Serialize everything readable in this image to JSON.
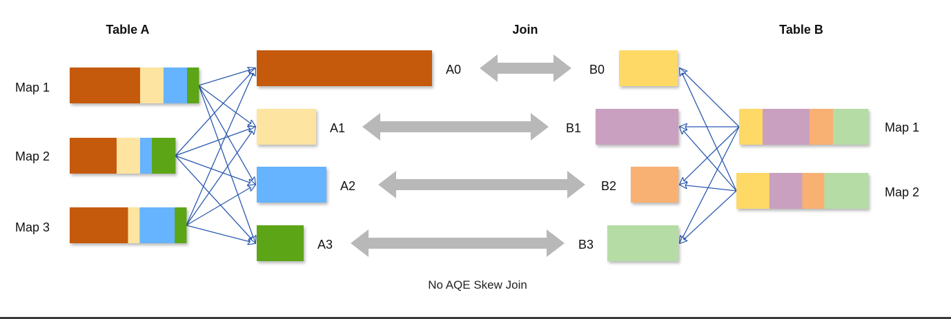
{
  "headers": {
    "table_a": "Table A",
    "join": "Join",
    "table_b": "Table B"
  },
  "caption": "No AQE Skew Join",
  "colors": {
    "p0": "#c55a11",
    "p1": "#fde4a0",
    "p2": "#66b3ff",
    "p3": "#5ba517",
    "q0": "#ffd966",
    "q1": "#c9a0bf",
    "q2": "#f9b073",
    "q3": "#b6dca6",
    "arrow": "#2b59b0",
    "join": "#b8b8b8"
  },
  "table_a": {
    "maps": [
      {
        "label": "Map 1",
        "segments": [
          {
            "part": "p0",
            "weight": 3
          },
          {
            "part": "p1",
            "weight": 1
          },
          {
            "part": "p2",
            "weight": 1
          },
          {
            "part": "p3",
            "weight": 0.5
          }
        ]
      },
      {
        "label": "Map 2",
        "segments": [
          {
            "part": "p0",
            "weight": 2
          },
          {
            "part": "p1",
            "weight": 1
          },
          {
            "part": "p2",
            "weight": 0.5
          },
          {
            "part": "p3",
            "weight": 1
          }
        ]
      },
      {
        "label": "Map 3",
        "segments": [
          {
            "part": "p0",
            "weight": 2.5
          },
          {
            "part": "p1",
            "weight": 0.5
          },
          {
            "part": "p2",
            "weight": 1.5
          },
          {
            "part": "p3",
            "weight": 0.5
          }
        ]
      }
    ],
    "partitions": [
      {
        "label": "A0",
        "part": "p0"
      },
      {
        "label": "A1",
        "part": "p1"
      },
      {
        "label": "A2",
        "part": "p2"
      },
      {
        "label": "A3",
        "part": "p3"
      }
    ]
  },
  "table_b": {
    "maps": [
      {
        "label": "Map 1",
        "segments": [
          {
            "part": "q0",
            "weight": 1
          },
          {
            "part": "q1",
            "weight": 2
          },
          {
            "part": "q2",
            "weight": 1
          },
          {
            "part": "q3",
            "weight": 1.5
          }
        ]
      },
      {
        "label": "Map 2",
        "segments": [
          {
            "part": "q0",
            "weight": 1.5
          },
          {
            "part": "q1",
            "weight": 1.5
          },
          {
            "part": "q2",
            "weight": 1
          },
          {
            "part": "q3",
            "weight": 2
          }
        ]
      }
    ],
    "partitions": [
      {
        "label": "B0",
        "part": "q0"
      },
      {
        "label": "B1",
        "part": "q1"
      },
      {
        "label": "B2",
        "part": "q2"
      },
      {
        "label": "B3",
        "part": "q3"
      }
    ]
  },
  "joins": [
    {
      "from": "A0",
      "to": "B0"
    },
    {
      "from": "A1",
      "to": "B1"
    },
    {
      "from": "A2",
      "to": "B2"
    },
    {
      "from": "A3",
      "to": "B3"
    }
  ]
}
